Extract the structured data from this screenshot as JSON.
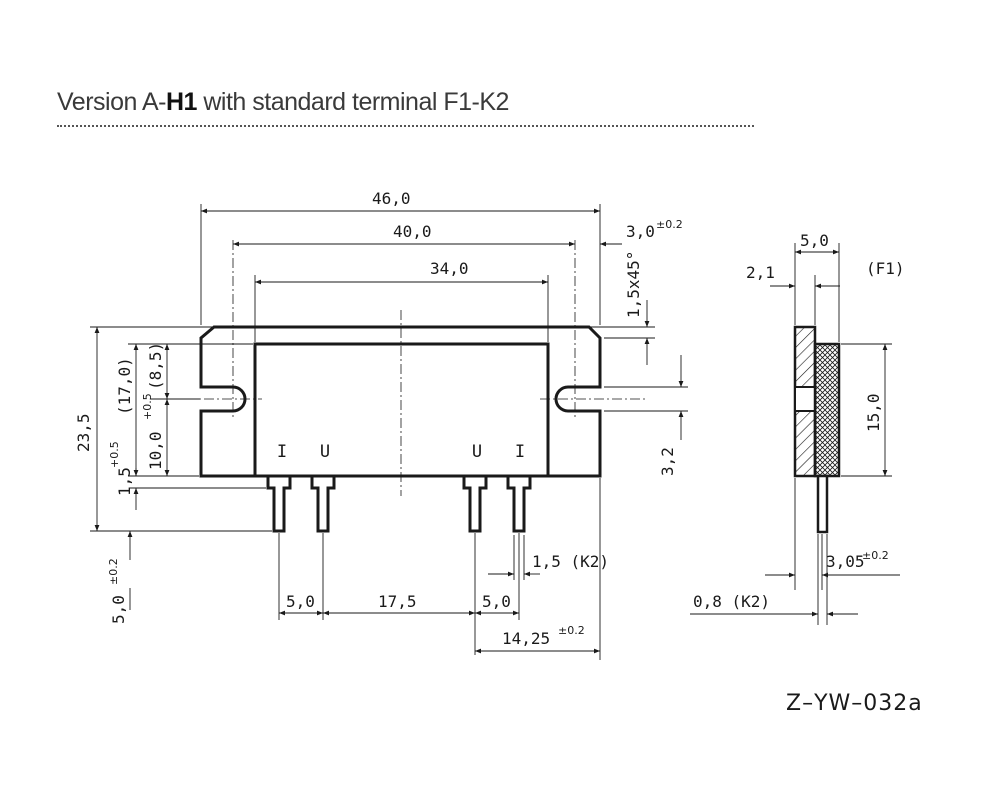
{
  "title": {
    "prefix": "Version A-",
    "bold": "H1",
    "suffix": " with standard terminal F1-K2"
  },
  "drawing_code": "Z–YW–032a",
  "terminal_labels": [
    "I",
    "U",
    "U",
    "I"
  ],
  "dimensions": {
    "overall_width": "46,0",
    "mount_spacing": "40,0",
    "body_width": "34,0",
    "right_offset": "3,0",
    "right_offset_tol": "±0.2",
    "chamfer": "1,5x45°",
    "height_3_2": "3,2",
    "total_height": "23,5",
    "dim_1_5": "1,5",
    "dim_1_5_tol": "+0.5",
    "dim_17": "(17,0)",
    "dim_10": "10,0",
    "dim_10_tol": "+0.5",
    "dim_8_5": "(8,5)",
    "pin_length": "5,0",
    "pin_length_tol": "±0.2",
    "pin_pitch_left": "5,0",
    "pin_gap": "17,5",
    "pin_pitch_right": "5,0",
    "pin_width": "1,5 (K2)",
    "pin_offset": "14,25",
    "pin_offset_tol": "±0.2"
  },
  "side_view": {
    "label": "(F1)",
    "width": "5,0",
    "base": "2,1",
    "height": "15,0",
    "offset": "3,05",
    "offset_tol": "±0.2",
    "pin_thickness": "0,8 (K2)"
  }
}
